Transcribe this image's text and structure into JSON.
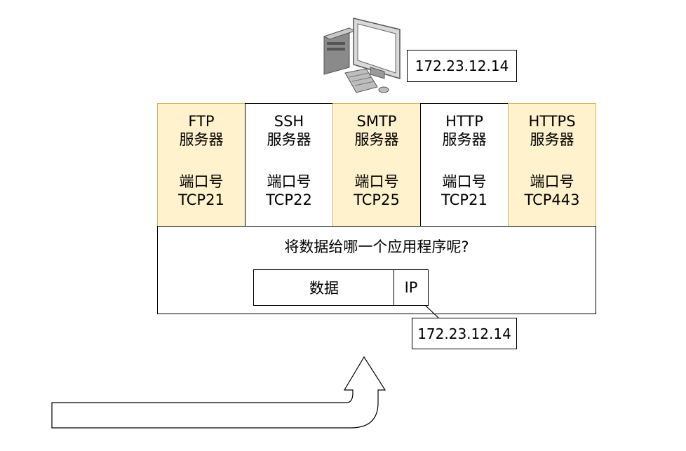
{
  "host": {
    "ip": "172.23.12.14"
  },
  "services": [
    {
      "name": "FTP",
      "role": "服务器",
      "port_label": "端口号",
      "port": "TCP21",
      "highlight": true
    },
    {
      "name": "SSH",
      "role": "服务器",
      "port_label": "端口号",
      "port": "TCP22",
      "highlight": false
    },
    {
      "name": "SMTP",
      "role": "服务器",
      "port_label": "端口号",
      "port": "TCP25",
      "highlight": true
    },
    {
      "name": "HTTP",
      "role": "服务器",
      "port_label": "端口号",
      "port": "TCP21",
      "highlight": false
    },
    {
      "name": "HTTPS",
      "role": "服务器",
      "port_label": "端口号",
      "port": "TCP443",
      "highlight": true
    }
  ],
  "question": "将数据给哪一个应用程序呢?",
  "packet": {
    "data_label": "数据",
    "header_label": "IP",
    "dest_ip": "172.23.12.14"
  },
  "colors": {
    "highlight_fill": "#fff2cc",
    "highlight_border": "#d6b656",
    "line": "#000000"
  }
}
